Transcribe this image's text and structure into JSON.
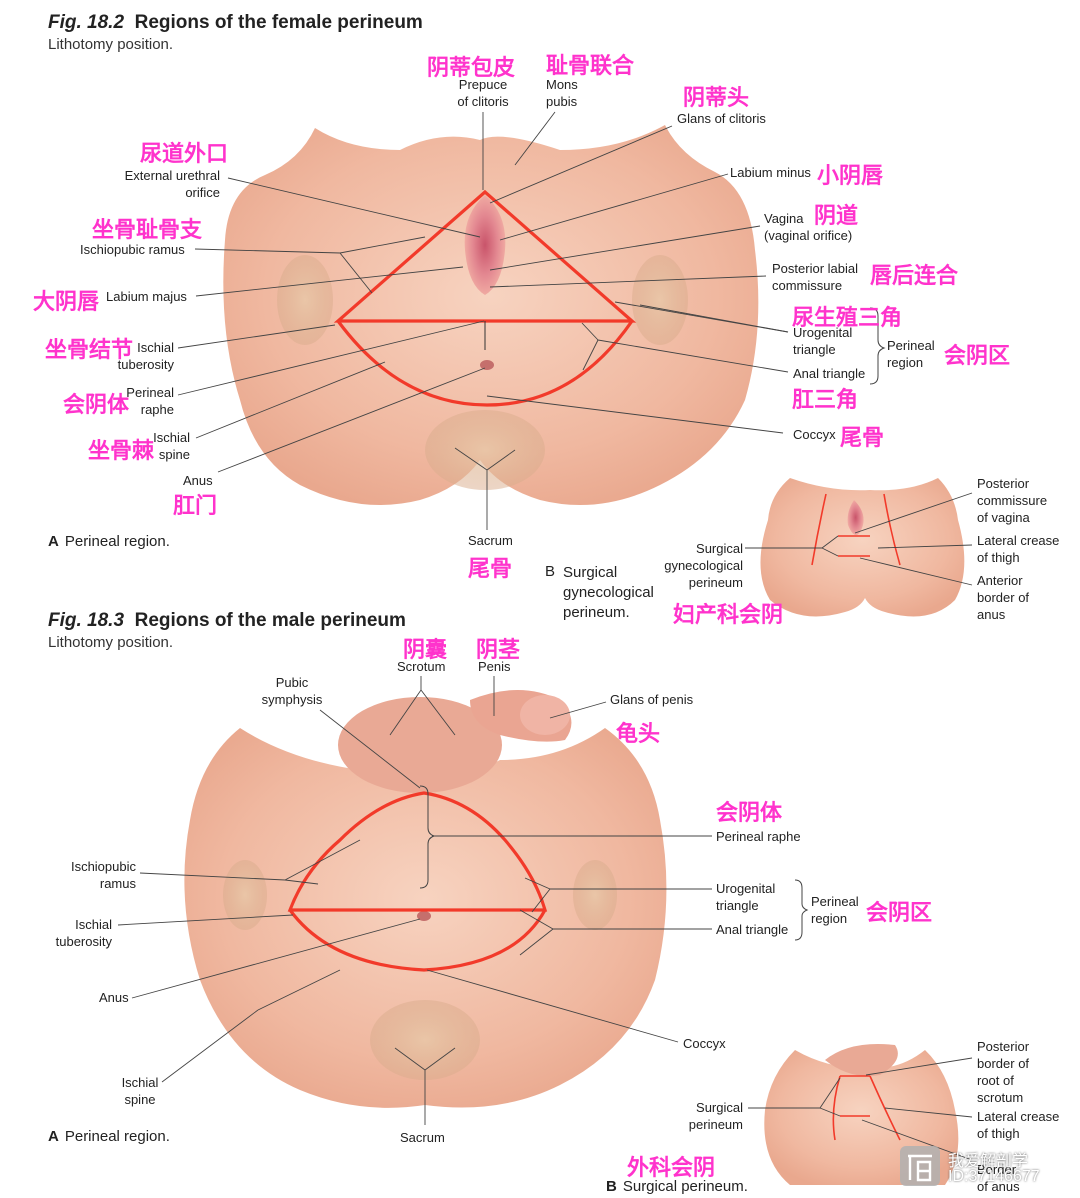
{
  "fig182": {
    "number": "Fig. 18.2",
    "title": "Regions of the female perineum",
    "subtitle": "Lithotomy position.",
    "part_a_letter": "A",
    "part_a_label": "Perineal region.",
    "part_b_letter": "B",
    "part_b_label": "Surgical\ngynecological\nperineum.",
    "labels": {
      "prepuce": "Prepuce\nof clitoris",
      "mons": "Mons\npubis",
      "glans": "Glans of clitoris",
      "ext_urethral": "External urethral\norifice",
      "labium_minus": "Labium minus",
      "ischiopubic": "Ischiopubic ramus",
      "vagina": "Vagina\n(vaginal orifice)",
      "post_labial": "Posterior labial\ncommissure",
      "labium_majus": "Labium majus",
      "urogenital": "Urogenital\ntriangle",
      "anal_triangle": "Anal triangle",
      "perineal_region": "Perineal\nregion",
      "ischial_tub": "Ischial\ntuberosity",
      "perineal_raphe": "Perineal\nraphe",
      "ischial_spine": "Ischial\nspine",
      "coccyx": "Coccyx",
      "anus": "Anus",
      "sacrum": "Sacrum",
      "b_posterior": "Posterior\ncommissure\nof vagina",
      "b_surgical": "Surgical\ngynecological\nperineum",
      "b_lateral": "Lateral crease\nof thigh",
      "b_anterior": "Anterior\nborder of\nanus"
    },
    "zh": {
      "prepuce": "阴蒂包皮",
      "mons": "耻骨联合",
      "glans": "阴蒂头",
      "ext_urethral": "尿道外口",
      "labium_minus": "小阴唇",
      "ischiopubic": "坐骨耻骨支",
      "vagina": "阴道",
      "post_labial": "唇后连合",
      "labium_majus": "大阴唇",
      "urogenital": "尿生殖三角",
      "ischial_tub": "坐骨结节",
      "perineal_region": "会阴区",
      "perineal_raphe": "会阴体",
      "anal_triangle": "肛三角",
      "ischial_spine": "坐骨棘",
      "coccyx": "尾骨",
      "anus": "肛门",
      "sacrum": "尾骨",
      "b_surgical": "妇产科会阴"
    }
  },
  "fig183": {
    "number": "Fig. 18.3",
    "title": "Regions of the male perineum",
    "subtitle": "Lithotomy position.",
    "part_a_letter": "A",
    "part_a_label": "Perineal region.",
    "part_b_letter": "B",
    "part_b_label": "Surgical perineum.",
    "labels": {
      "scrotum": "Scrotum",
      "penis": "Penis",
      "pubic_symphysis": "Pubic\nsymphysis",
      "glans_penis": "Glans of penis",
      "perineal_raphe": "Perineal raphe",
      "ischiopubic": "Ischiopubic\nramus",
      "urogenital": "Urogenital\ntriangle",
      "perineal_region": "Perineal\nregion",
      "anal_triangle": "Anal triangle",
      "ischial_tub": "Ischial\ntuberosity",
      "anus": "Anus",
      "coccyx": "Coccyx",
      "ischial_spine": "Ischial\nspine",
      "sacrum": "Sacrum",
      "b_posterior": "Posterior\nborder of\nroot of\nscrotum",
      "b_surgical": "Surgical\nperineum",
      "b_lateral": "Lateral crease\nof thigh",
      "b_border": "Border\nof anus"
    },
    "zh": {
      "scrotum": "阴囊",
      "penis": "阴茎",
      "glans_penis": "龟头",
      "perineal_raphe": "会阴体",
      "perineal_region": "会阴区",
      "b_surgical": "外科会阴"
    }
  },
  "watermark": {
    "line1": "我爱解剖学",
    "line2": "ID:37146677"
  },
  "colors": {
    "skin": "#f4c4ad",
    "skin_dark": "#e6a78f",
    "outline": "#f23a2a",
    "zh_text": "#ff33cc"
  }
}
